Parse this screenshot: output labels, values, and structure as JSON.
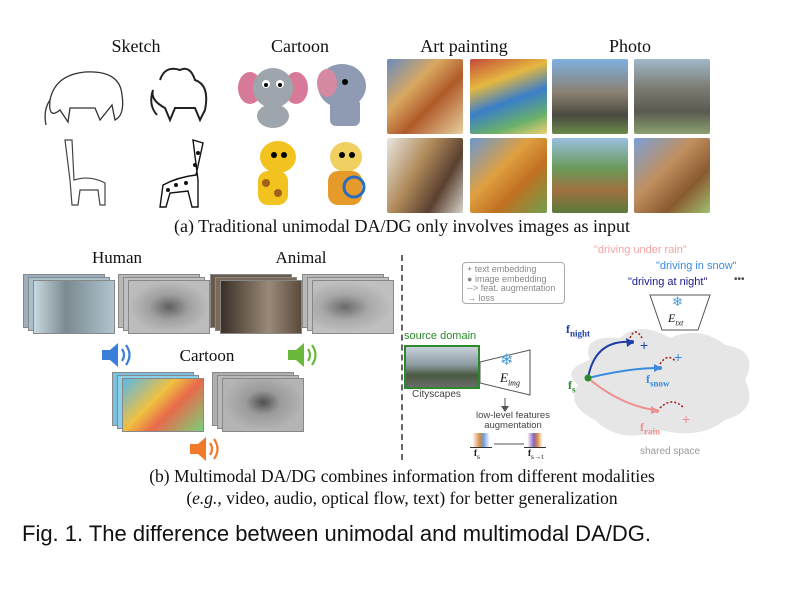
{
  "part_a": {
    "domains": [
      {
        "label": "Sketch"
      },
      {
        "label": "Cartoon"
      },
      {
        "label": "Art painting"
      },
      {
        "label": "Photo"
      }
    ],
    "caption": "(a) Traditional unimodal DA/DG only involves images as input"
  },
  "part_b": {
    "left": {
      "human_label": "Human",
      "animal_label": "Animal",
      "cartoon_label": "Cartoon"
    },
    "right": {
      "legend": [
        "text embedding",
        "image embedding",
        "feat. augmentation",
        "loss"
      ],
      "source_domain": "source domain",
      "cityscapes": "Cityscapes",
      "img_encoder": "E",
      "img_encoder_sub": "img",
      "txt_encoder": "E",
      "txt_encoder_sub": "txt",
      "prompt_rain": "\"driving under rain\"",
      "prompt_snow": "\"driving in snow\"",
      "prompt_night": "\"driving at night\"",
      "ellipsis": "•••",
      "f_s": "f",
      "f_s_sub": "s",
      "f_night": "f",
      "f_night_sub": "night",
      "f_snow": "f",
      "f_snow_sub": "snow",
      "f_rain": "f",
      "f_rain_sub": "rain",
      "shared_space": "shared space",
      "lowlevel_line1": "low-level features",
      "lowlevel_line2": "augmentation",
      "hist_left": "f",
      "hist_left_sub": "s",
      "hist_right": "f",
      "hist_right_sub": "s→t",
      "colors": {
        "night": "#1f3fa8",
        "snow": "#3a8be0",
        "rain": "#f08f8f",
        "prompt_rain": "#f2a4a4",
        "prompt_snow": "#3a8be0",
        "prompt_night": "#1a1a8a",
        "source_box": "#2c8a2c"
      }
    },
    "caption_line1": "(b) Multimodal DA/DG combines information from different modalities",
    "caption_line2_pre": "(",
    "caption_line2_eg": "e.g.",
    "caption_line2_post": ", video, audio, optical flow, text) for better generalization"
  },
  "figure_caption": "Fig. 1. The difference between unimodal and multimodal DA/DG."
}
